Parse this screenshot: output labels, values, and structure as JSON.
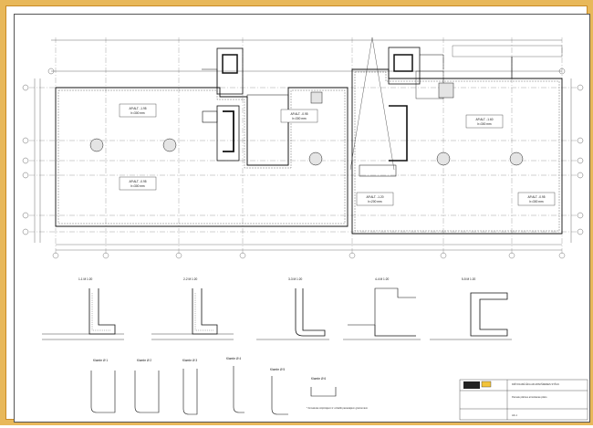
{
  "drawing": {
    "plan_labels": [
      {
        "id": "p1",
        "title": "AP.ALT. -1.95",
        "sub": "h=300 mm"
      },
      {
        "id": "p2",
        "title": "AP.ALT. -0.95",
        "sub": "h=300 mm"
      },
      {
        "id": "p3",
        "title": "AP.ALT. -1.60",
        "sub": "h=300 mm"
      },
      {
        "id": "p4",
        "title": "AP.ALT. -0.95",
        "sub": "h=300 mm"
      },
      {
        "id": "p5",
        "title": "AP.ALT. -1.20",
        "sub": "h=200 mm"
      },
      {
        "id": "p6",
        "title": "AP.ALT. -0.95",
        "sub": "h=300 mm"
      }
    ],
    "sections": [
      {
        "id": "s1",
        "title": "1-1 M 1:20"
      },
      {
        "id": "s2",
        "title": "2-2 M 1:20"
      },
      {
        "id": "s3",
        "title": "3-3 M 1:20"
      },
      {
        "id": "s4",
        "title": "4-4 M 1:20"
      },
      {
        "id": "s5",
        "title": "5-5 M 1:20"
      }
    ],
    "rebar_details": [
      {
        "id": "r1",
        "title": "Klambr Ø 1"
      },
      {
        "id": "r2",
        "title": "Klambr Ø 2"
      },
      {
        "id": "r3",
        "title": "Klambr Ø 3"
      },
      {
        "id": "r4",
        "title": "Klambr Ø 4"
      },
      {
        "id": "r5",
        "title": "Klambr Ø 5"
      },
      {
        "id": "r6",
        "title": "Klambr Ø 6"
      }
    ],
    "note": "* Armaturas stiprinājumi ir uzrādīti parastajiem griezumiem",
    "title_block": {
      "project": "DZĪVOJAMĀ ĒKA AR APAKŠZEMES STĀVU",
      "sheet": "Pamatu plātnes armēšanas plāns",
      "code": "AK-1"
    }
  }
}
